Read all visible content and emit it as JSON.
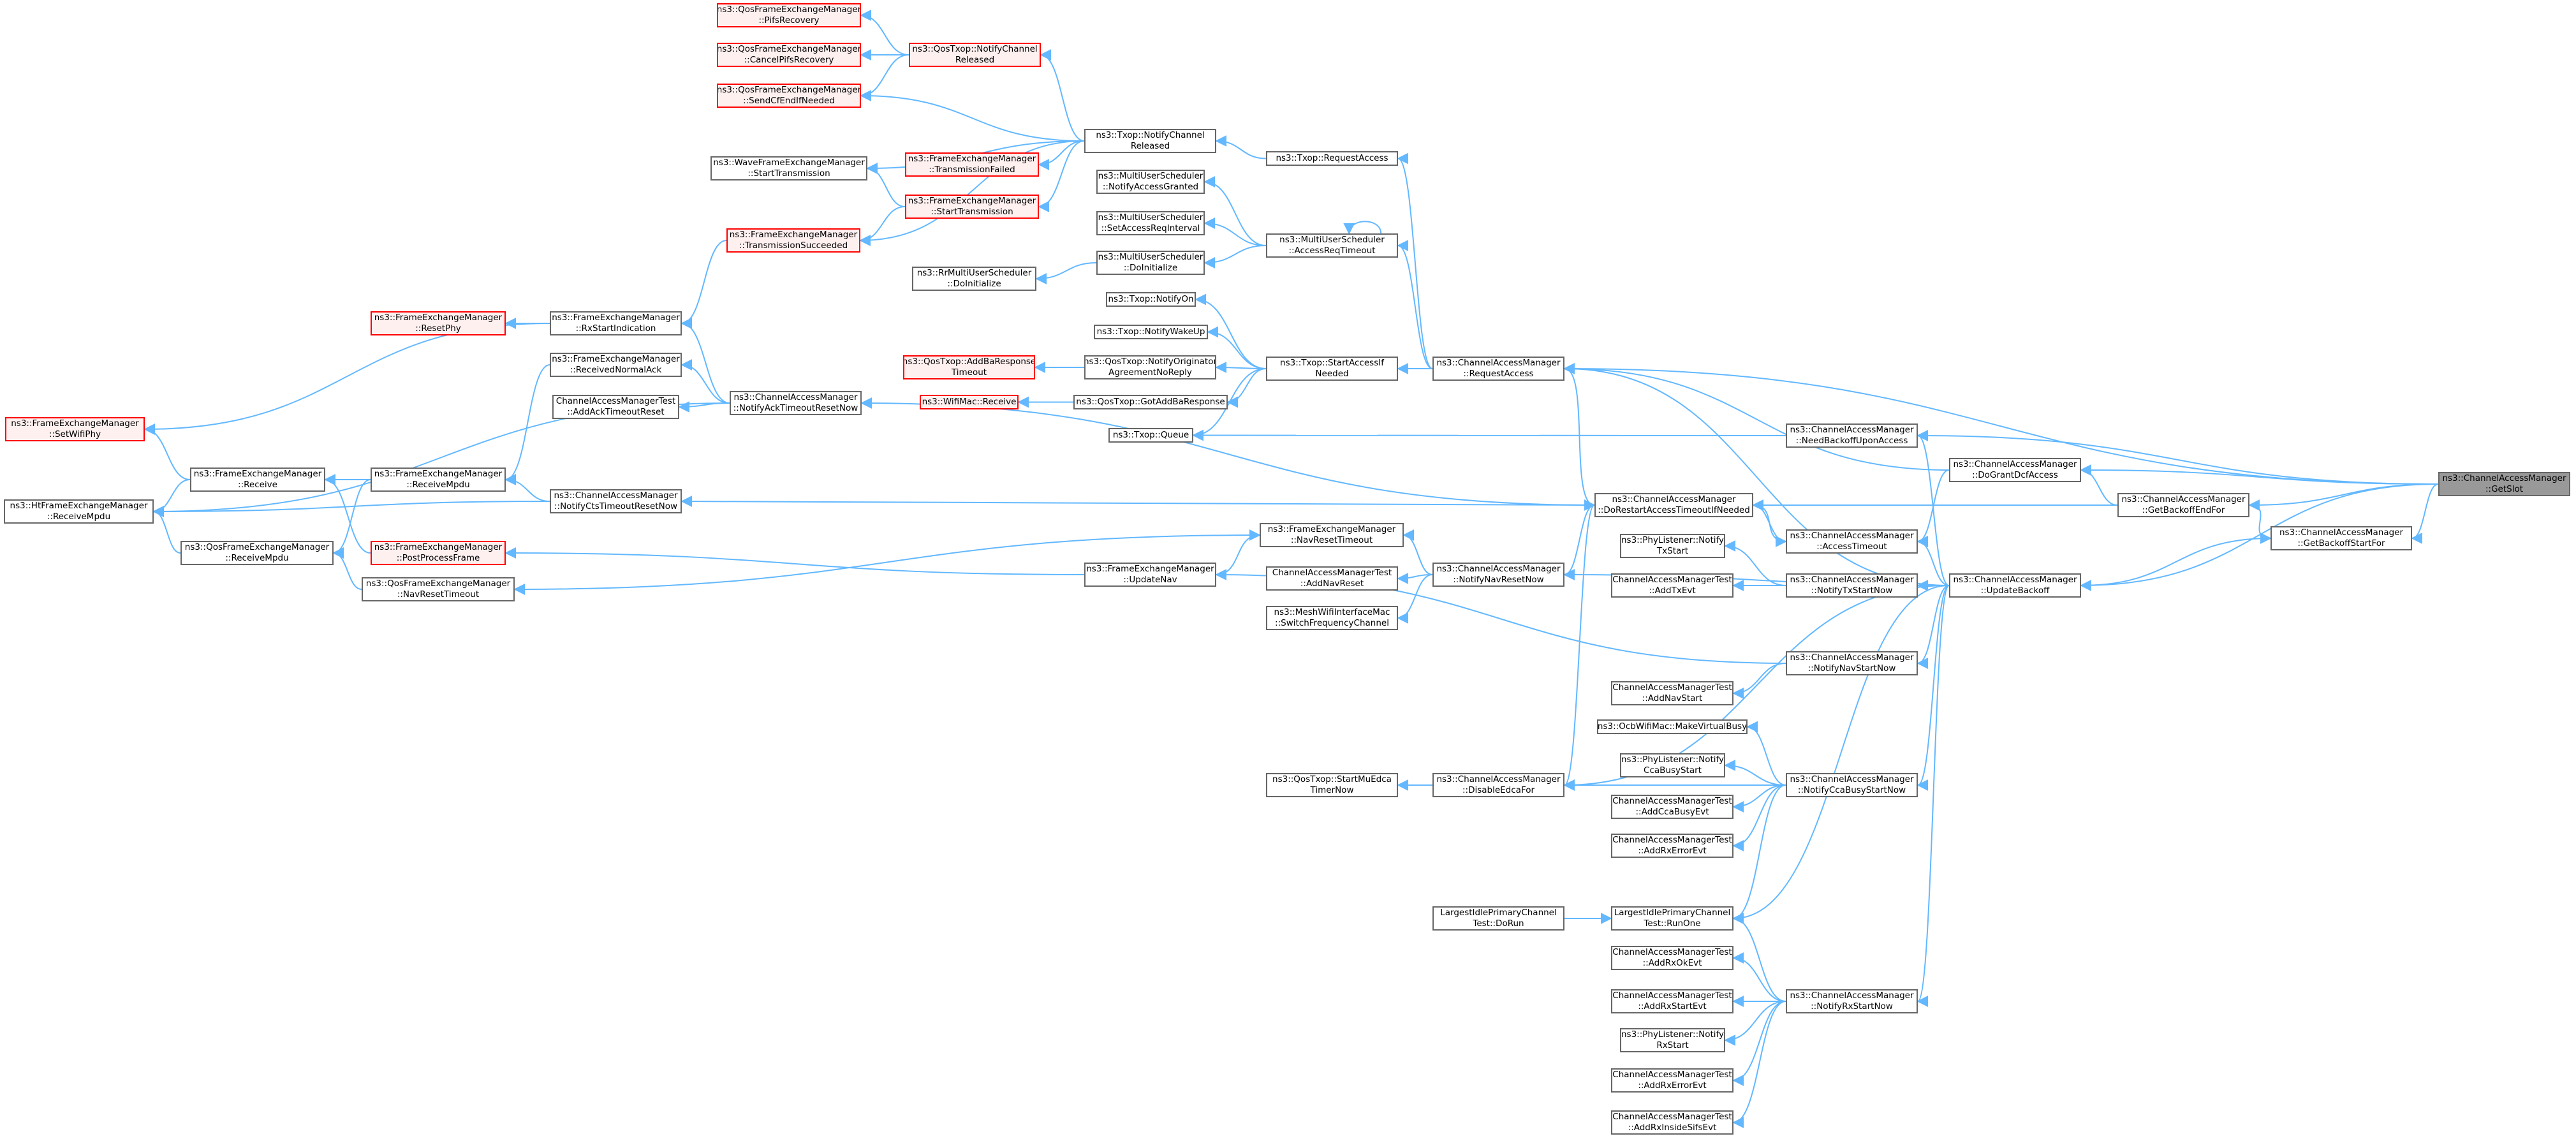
{
  "nodes": [
    {
      "id": "root",
      "lines": [
        "ns3::ChannelAccessManager",
        "::GetSlot"
      ],
      "style": "root"
    },
    {
      "id": "getBackoffEndFor",
      "lines": [
        "ns3::ChannelAccessManager",
        "::GetBackoffEndFor"
      ]
    },
    {
      "id": "getBackoffStartFor",
      "lines": [
        "ns3::ChannelAccessManager",
        "::GetBackoffStartFor"
      ]
    },
    {
      "id": "updateBackoff",
      "lines": [
        "ns3::ChannelAccessManager",
        "::UpdateBackoff"
      ]
    },
    {
      "id": "doGrantDcfAccess",
      "lines": [
        "ns3::ChannelAccessManager",
        "::DoGrantDcfAccess"
      ]
    },
    {
      "id": "needBackoffUponAccess",
      "lines": [
        "ns3::ChannelAccessManager",
        "::NeedBackoffUponAccess"
      ]
    },
    {
      "id": "requestAccessCAM",
      "lines": [
        "ns3::ChannelAccessManager",
        "::RequestAccess"
      ]
    },
    {
      "id": "doRestartAccess",
      "lines": [
        "ns3::ChannelAccessManager",
        "::DoRestartAccessTimeoutIfNeeded"
      ]
    },
    {
      "id": "accessTimeout",
      "lines": [
        "ns3::ChannelAccessManager",
        "::AccessTimeout"
      ]
    },
    {
      "id": "notifyTxStartNow",
      "lines": [
        "ns3::ChannelAccessManager",
        "::NotifyTxStartNow"
      ]
    },
    {
      "id": "notifyNavStartNow",
      "lines": [
        "ns3::ChannelAccessManager",
        "::NotifyNavStartNow"
      ]
    },
    {
      "id": "notifyCcaBusyStartNow",
      "lines": [
        "ns3::ChannelAccessManager",
        "::NotifyCcaBusyStartNow"
      ]
    },
    {
      "id": "notifyRxStartNow",
      "lines": [
        "ns3::ChannelAccessManager",
        "::NotifyRxStartNow"
      ]
    },
    {
      "id": "notifyNavResetNow",
      "lines": [
        "ns3::ChannelAccessManager",
        "::NotifyNavResetNow"
      ]
    },
    {
      "id": "disableEdcaFor",
      "lines": [
        "ns3::ChannelAccessManager",
        "::DisableEdcaFor"
      ]
    },
    {
      "id": "phyNotifyTxStart",
      "lines": [
        "ns3::PhyListener::Notify",
        "TxStart"
      ]
    },
    {
      "id": "camtAddTxEvt",
      "lines": [
        "ChannelAccessManagerTest",
        "::AddTxEvt"
      ]
    },
    {
      "id": "camtAddNavStart",
      "lines": [
        "ChannelAccessManagerTest",
        "::AddNavStart"
      ]
    },
    {
      "id": "ocbMakeVirtualBusy",
      "lines": [
        "ns3::OcbWifiMac::MakeVirtualBusy"
      ]
    },
    {
      "id": "phyNotifyCcaBusyStart",
      "lines": [
        "ns3::PhyListener::Notify",
        "CcaBusyStart"
      ]
    },
    {
      "id": "camtAddCcaBusyEvt",
      "lines": [
        "ChannelAccessManagerTest",
        "::AddCcaBusyEvt"
      ]
    },
    {
      "id": "camtAddRxErrorEvt1",
      "lines": [
        "ChannelAccessManagerTest",
        "::AddRxErrorEvt"
      ]
    },
    {
      "id": "lipcRunOne",
      "lines": [
        "LargestIdlePrimaryChannel",
        "Test::RunOne"
      ]
    },
    {
      "id": "lipcDoRun",
      "lines": [
        "LargestIdlePrimaryChannel",
        "Test::DoRun"
      ]
    },
    {
      "id": "camtAddRxOkEvt",
      "lines": [
        "ChannelAccessManagerTest",
        "::AddRxOkEvt"
      ]
    },
    {
      "id": "camtAddRxStartEvt",
      "lines": [
        "ChannelAccessManagerTest",
        "::AddRxStartEvt"
      ]
    },
    {
      "id": "phyNotifyRxStart",
      "lines": [
        "ns3::PhyListener::Notify",
        "RxStart"
      ]
    },
    {
      "id": "camtAddRxErrorEvt2",
      "lines": [
        "ChannelAccessManagerTest",
        "::AddRxErrorEvt"
      ]
    },
    {
      "id": "camtAddRxInsideSifsEvt",
      "lines": [
        "ChannelAccessManagerTest",
        "::AddRxInsideSifsEvt"
      ]
    },
    {
      "id": "qosStartMuEdca",
      "lines": [
        "ns3::QosTxop::StartMuEdca",
        "TimerNow"
      ]
    },
    {
      "id": "camtAddNavReset",
      "lines": [
        "ChannelAccessManagerTest",
        "::AddNavReset"
      ]
    },
    {
      "id": "meshSwitchFreq",
      "lines": [
        "ns3::MeshWifiInterfaceMac",
        "::SwitchFrequencyChannel"
      ]
    },
    {
      "id": "femNavResetTimeout",
      "lines": [
        "ns3::FrameExchangeManager",
        "::NavResetTimeout"
      ]
    },
    {
      "id": "femUpdateNav",
      "lines": [
        "ns3::FrameExchangeManager",
        "::UpdateNav"
      ]
    },
    {
      "id": "txopStartAccessIfNeeded",
      "lines": [
        "ns3::Txop::StartAccessIf",
        "Needed"
      ]
    },
    {
      "id": "muAccessReqTimeout",
      "lines": [
        "ns3::MultiUserScheduler",
        "::AccessReqTimeout"
      ]
    },
    {
      "id": "txopRequestAccess",
      "lines": [
        "ns3::Txop::RequestAccess"
      ]
    },
    {
      "id": "txopNotifyChannelReleased",
      "lines": [
        "ns3::Txop::NotifyChannel",
        "Released"
      ]
    },
    {
      "id": "txopQueue",
      "lines": [
        "ns3::Txop::Queue"
      ]
    },
    {
      "id": "txopNotifyOn",
      "lines": [
        "ns3::Txop::NotifyOn"
      ]
    },
    {
      "id": "txopNotifyWakeUp",
      "lines": [
        "ns3::Txop::NotifyWakeUp"
      ]
    },
    {
      "id": "qosNotifyOriginator",
      "lines": [
        "ns3::QosTxop::NotifyOriginator",
        "AgreementNoReply"
      ]
    },
    {
      "id": "qosGotAddBa",
      "lines": [
        "ns3::QosTxop::GotAddBaResponse"
      ]
    },
    {
      "id": "qosAddBaTimeout",
      "lines": [
        "ns3::QosTxop::AddBaResponse",
        "Timeout"
      ],
      "style": "red"
    },
    {
      "id": "wifiMacReceive",
      "lines": [
        "ns3::WifiMac::Receive"
      ],
      "style": "red"
    },
    {
      "id": "muNotifyAccessGranted",
      "lines": [
        "ns3::MultiUserScheduler",
        "::NotifyAccessGranted"
      ]
    },
    {
      "id": "muSetAccessReqInterval",
      "lines": [
        "ns3::MultiUserScheduler",
        "::SetAccessReqInterval"
      ]
    },
    {
      "id": "muDoInitialize",
      "lines": [
        "ns3::MultiUserScheduler",
        "::DoInitialize"
      ]
    },
    {
      "id": "rrDoInitialize",
      "lines": [
        "ns3::RrMultiUserScheduler",
        "::DoInitialize"
      ]
    },
    {
      "id": "qosTxopNotifyChannelReleased",
      "lines": [
        "ns3::QosTxop::NotifyChannel",
        "Released"
      ],
      "style": "red"
    },
    {
      "id": "qfemPifsRecovery",
      "lines": [
        "ns3::QosFrameExchangeManager",
        "::PifsRecovery"
      ],
      "style": "red"
    },
    {
      "id": "qfemCancelPifsRecovery",
      "lines": [
        "ns3::QosFrameExchangeManager",
        "::CancelPifsRecovery"
      ],
      "style": "red"
    },
    {
      "id": "qfemSendCfEndIfNeeded",
      "lines": [
        "ns3::QosFrameExchangeManager",
        "::SendCfEndIfNeeded"
      ],
      "style": "red"
    },
    {
      "id": "waveStartTransmission",
      "lines": [
        "ns3::WaveFrameExchangeManager",
        "::StartTransmission"
      ]
    },
    {
      "id": "femTransmissionFailed",
      "lines": [
        "ns3::FrameExchangeManager",
        "::TransmissionFailed"
      ],
      "style": "red"
    },
    {
      "id": "femStartTransmission",
      "lines": [
        "ns3::FrameExchangeManager",
        "::StartTransmission"
      ],
      "style": "red"
    },
    {
      "id": "femTransmissionSucceeded",
      "lines": [
        "ns3::FrameExchangeManager",
        "::TransmissionSucceeded"
      ],
      "style": "red"
    },
    {
      "id": "camNotifyAckTimeoutResetNow",
      "lines": [
        "ns3::ChannelAccessManager",
        "::NotifyAckTimeoutResetNow"
      ]
    },
    {
      "id": "camNotifyCtsTimeoutResetNow",
      "lines": [
        "ns3::ChannelAccessManager",
        "::NotifyCtsTimeoutResetNow"
      ]
    },
    {
      "id": "femRxStartIndication",
      "lines": [
        "ns3::FrameExchangeManager",
        "::RxStartIndication"
      ]
    },
    {
      "id": "femReceivedNormalAck",
      "lines": [
        "ns3::FrameExchangeManager",
        "::ReceivedNormalAck"
      ]
    },
    {
      "id": "camtAddAckTimeoutReset",
      "lines": [
        "ChannelAccessManagerTest",
        "::AddAckTimeoutReset"
      ]
    },
    {
      "id": "femResetPhy",
      "lines": [
        "ns3::FrameExchangeManager",
        "::ResetPhy"
      ],
      "style": "red"
    },
    {
      "id": "femReceiveMpdu",
      "lines": [
        "ns3::FrameExchangeManager",
        "::ReceiveMpdu"
      ]
    },
    {
      "id": "femPostProcessFrame",
      "lines": [
        "ns3::FrameExchangeManager",
        "::PostProcessFrame"
      ],
      "style": "red"
    },
    {
      "id": "qfemNavResetTimeout",
      "lines": [
        "ns3::QosFrameExchangeManager",
        "::NavResetTimeout"
      ]
    },
    {
      "id": "femReceive",
      "lines": [
        "ns3::FrameExchangeManager",
        "::Receive"
      ]
    },
    {
      "id": "qfemReceiveMpdu",
      "lines": [
        "ns3::QosFrameExchangeManager",
        "::ReceiveMpdu"
      ]
    },
    {
      "id": "femSetWifiPhy",
      "lines": [
        "ns3::FrameExchangeManager",
        "::SetWifiPhy"
      ],
      "style": "red"
    },
    {
      "id": "htfemReceiveMpdu",
      "lines": [
        "ns3::HtFrameExchangeManager",
        "::ReceiveMpdu"
      ]
    }
  ],
  "edges": [
    [
      "getBackoffEndFor",
      "root"
    ],
    [
      "getBackoffStartFor",
      "root"
    ],
    [
      "updateBackoff",
      "root"
    ],
    [
      "doGrantDcfAccess",
      "root"
    ],
    [
      "needBackoffUponAccess",
      "root"
    ],
    [
      "requestAccessCAM",
      "root"
    ],
    [
      "getBackoffStartFor",
      "getBackoffEndFor"
    ],
    [
      "updateBackoff",
      "getBackoffStartFor"
    ],
    [
      "doGrantDcfAccess",
      "getBackoffEndFor"
    ],
    [
      "doRestartAccess",
      "getBackoffEndFor"
    ],
    [
      "accessTimeout",
      "doGrantDcfAccess"
    ],
    [
      "requestAccessCAM",
      "doGrantDcfAccess"
    ],
    [
      "accessTimeout",
      "updateBackoff"
    ],
    [
      "notifyTxStartNow",
      "updateBackoff"
    ],
    [
      "notifyNavStartNow",
      "updateBackoff"
    ],
    [
      "notifyCcaBusyStartNow",
      "updateBackoff"
    ],
    [
      "notifyRxStartNow",
      "updateBackoff"
    ],
    [
      "notifyNavResetNow",
      "updateBackoff"
    ],
    [
      "disableEdcaFor",
      "updateBackoff"
    ],
    [
      "requestAccessCAM",
      "updateBackoff"
    ],
    [
      "needBackoffUponAccess",
      "updateBackoff"
    ],
    [
      "lipcRunOne",
      "updateBackoff"
    ],
    [
      "doRestartAccess",
      "accessTimeout"
    ],
    [
      "accessTimeout",
      "doRestartAccess"
    ],
    [
      "notifyNavResetNow",
      "doRestartAccess"
    ],
    [
      "disableEdcaFor",
      "doRestartAccess"
    ],
    [
      "doRestartAccess",
      "requestAccessCAM"
    ],
    [
      "camNotifyAckTimeoutResetNow",
      "doRestartAccess"
    ],
    [
      "camNotifyCtsTimeoutResetNow",
      "doRestartAccess"
    ],
    [
      "phyNotifyTxStart",
      "notifyTxStartNow"
    ],
    [
      "camtAddTxEvt",
      "notifyTxStartNow"
    ],
    [
      "camtAddNavStart",
      "notifyNavStartNow"
    ],
    [
      "femUpdateNav",
      "notifyNavStartNow"
    ],
    [
      "ocbMakeVirtualBusy",
      "notifyCcaBusyStartNow"
    ],
    [
      "phyNotifyCcaBusyStart",
      "notifyCcaBusyStartNow"
    ],
    [
      "camtAddCcaBusyEvt",
      "notifyCcaBusyStartNow"
    ],
    [
      "camtAddRxErrorEvt1",
      "notifyCcaBusyStartNow"
    ],
    [
      "lipcRunOne",
      "notifyCcaBusyStartNow"
    ],
    [
      "disableEdcaFor",
      "notifyCcaBusyStartNow"
    ],
    [
      "camtAddRxOkEvt",
      "notifyRxStartNow"
    ],
    [
      "camtAddRxStartEvt",
      "notifyRxStartNow"
    ],
    [
      "phyNotifyRxStart",
      "notifyRxStartNow"
    ],
    [
      "camtAddRxErrorEvt2",
      "notifyRxStartNow"
    ],
    [
      "camtAddRxInsideSifsEvt",
      "notifyRxStartNow"
    ],
    [
      "lipcRunOne",
      "notifyRxStartNow"
    ],
    [
      "lipcRunOne",
      "lipcDoRun"
    ],
    [
      "qosStartMuEdca",
      "disableEdcaFor"
    ],
    [
      "camtAddNavReset",
      "notifyNavResetNow"
    ],
    [
      "meshSwitchFreq",
      "notifyNavResetNow"
    ],
    [
      "femNavResetTimeout",
      "notifyNavResetNow"
    ],
    [
      "femNavResetTimeout",
      "femUpdateNav"
    ],
    [
      "qfemNavResetTimeout",
      "femNavResetTimeout"
    ],
    [
      "femPostProcessFrame",
      "femUpdateNav"
    ],
    [
      "txopStartAccessIfNeeded",
      "requestAccessCAM"
    ],
    [
      "muAccessReqTimeout",
      "requestAccessCAM"
    ],
    [
      "txopRequestAccess",
      "requestAccessCAM"
    ],
    [
      "txopQueue",
      "needBackoffUponAccess"
    ],
    [
      "txopQueue",
      "txopStartAccessIfNeeded"
    ],
    [
      "txopNotifyOn",
      "txopStartAccessIfNeeded"
    ],
    [
      "txopNotifyWakeUp",
      "txopStartAccessIfNeeded"
    ],
    [
      "qosNotifyOriginator",
      "txopStartAccessIfNeeded"
    ],
    [
      "qosGotAddBa",
      "txopStartAccessIfNeeded"
    ],
    [
      "qosAddBaTimeout",
      "qosNotifyOriginator"
    ],
    [
      "wifiMacReceive",
      "qosGotAddBa"
    ],
    [
      "muNotifyAccessGranted",
      "muAccessReqTimeout"
    ],
    [
      "muSetAccessReqInterval",
      "muAccessReqTimeout"
    ],
    [
      "muDoInitialize",
      "muAccessReqTimeout"
    ],
    [
      "muAccessReqTimeout",
      "muAccessReqTimeout"
    ],
    [
      "rrDoInitialize",
      "muDoInitialize"
    ],
    [
      "txopNotifyChannelReleased",
      "txopRequestAccess"
    ],
    [
      "qosTxopNotifyChannelReleased",
      "txopNotifyChannelReleased"
    ],
    [
      "qfemSendCfEndIfNeeded",
      "txopNotifyChannelReleased"
    ],
    [
      "waveStartTransmission",
      "txopNotifyChannelReleased"
    ],
    [
      "femTransmissionFailed",
      "txopNotifyChannelReleased"
    ],
    [
      "femStartTransmission",
      "txopNotifyChannelReleased"
    ],
    [
      "femTransmissionSucceeded",
      "txopNotifyChannelReleased"
    ],
    [
      "qfemPifsRecovery",
      "qosTxopNotifyChannelReleased"
    ],
    [
      "qfemCancelPifsRecovery",
      "qosTxopNotifyChannelReleased"
    ],
    [
      "qfemSendCfEndIfNeeded",
      "qosTxopNotifyChannelReleased"
    ],
    [
      "waveStartTransmission",
      "femStartTransmission"
    ],
    [
      "femTransmissionSucceeded",
      "femStartTransmission"
    ],
    [
      "femRxStartIndication",
      "femTransmissionSucceeded"
    ],
    [
      "femRxStartIndication",
      "camNotifyAckTimeoutResetNow"
    ],
    [
      "femReceivedNormalAck",
      "camNotifyAckTimeoutResetNow"
    ],
    [
      "camtAddAckTimeoutReset",
      "camNotifyAckTimeoutResetNow"
    ],
    [
      "htfemReceiveMpdu",
      "camNotifyAckTimeoutResetNow"
    ],
    [
      "femSetWifiPhy",
      "femRxStartIndication"
    ],
    [
      "femResetPhy",
      "femRxStartIndication"
    ],
    [
      "femReceiveMpdu",
      "femReceivedNormalAck"
    ],
    [
      "femReceiveMpdu",
      "camNotifyCtsTimeoutResetNow"
    ],
    [
      "htfemReceiveMpdu",
      "camNotifyCtsTimeoutResetNow"
    ],
    [
      "qfemReceiveMpdu",
      "femReceiveMpdu"
    ],
    [
      "femReceive",
      "femReceiveMpdu"
    ],
    [
      "femSetWifiPhy",
      "femReceive"
    ],
    [
      "htfemReceiveMpdu",
      "femReceive"
    ],
    [
      "femReceive",
      "femPostProcessFrame"
    ],
    [
      "qfemReceiveMpdu",
      "qfemNavResetTimeout"
    ],
    [
      "htfemReceiveMpdu",
      "qfemReceiveMpdu"
    ]
  ]
}
